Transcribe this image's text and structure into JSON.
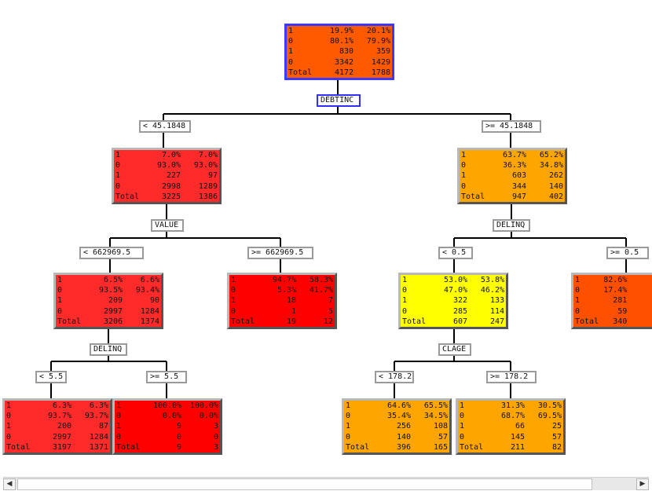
{
  "colors": {
    "dark_orange": "#ff5a00",
    "red_light": "#ff2a2a",
    "red": "#ff0000",
    "orange": "#ffa500",
    "yellow": "#ffff00",
    "orange_red": "#ff5000"
  },
  "nodes": [
    {
      "id": "n0",
      "color": "dark_orange",
      "root": true,
      "rows": [
        [
          "1",
          "19.9%",
          "20.1%"
        ],
        [
          "0",
          "80.1%",
          "79.9%"
        ],
        [
          "1",
          "830",
          "359"
        ],
        [
          "0",
          "3342",
          "1429"
        ],
        [
          "Total",
          "4172",
          "1788"
        ]
      ]
    },
    {
      "id": "n1",
      "color": "red_light",
      "rows": [
        [
          "1",
          "7.0%",
          "7.0%"
        ],
        [
          "0",
          "93.0%",
          "93.0%"
        ],
        [
          "1",
          "227",
          "97"
        ],
        [
          "0",
          "2998",
          "1289"
        ],
        [
          "Total",
          "3225",
          "1386"
        ]
      ]
    },
    {
      "id": "n2",
      "color": "orange",
      "rows": [
        [
          "1",
          "63.7%",
          "65.2%"
        ],
        [
          "0",
          "36.3%",
          "34.8%"
        ],
        [
          "1",
          "603",
          "262"
        ],
        [
          "0",
          "344",
          "140"
        ],
        [
          "Total",
          "947",
          "402"
        ]
      ]
    },
    {
      "id": "n3",
      "color": "red_light",
      "rows": [
        [
          "1",
          "6.5%",
          "6.6%"
        ],
        [
          "0",
          "93.5%",
          "93.4%"
        ],
        [
          "1",
          "209",
          "90"
        ],
        [
          "0",
          "2997",
          "1284"
        ],
        [
          "Total",
          "3206",
          "1374"
        ]
      ]
    },
    {
      "id": "n4",
      "color": "red",
      "rows": [
        [
          "1",
          "94.7%",
          "58.3%"
        ],
        [
          "0",
          "5.3%",
          "41.7%"
        ],
        [
          "1",
          "18",
          "7"
        ],
        [
          "0",
          "1",
          "5"
        ],
        [
          "Total",
          "19",
          "12"
        ]
      ]
    },
    {
      "id": "n5",
      "color": "yellow",
      "rows": [
        [
          "1",
          "53.0%",
          "53.8%"
        ],
        [
          "0",
          "47.0%",
          "46.2%"
        ],
        [
          "1",
          "322",
          "133"
        ],
        [
          "0",
          "285",
          "114"
        ],
        [
          "Total",
          "607",
          "247"
        ]
      ]
    },
    {
      "id": "n6",
      "color": "orange_red",
      "rows": [
        [
          "1",
          "82.6%",
          ""
        ],
        [
          "0",
          "17.4%",
          ""
        ],
        [
          "1",
          "281",
          ""
        ],
        [
          "0",
          "59",
          ""
        ],
        [
          "Total",
          "340",
          ""
        ]
      ]
    },
    {
      "id": "n7",
      "color": "red_light",
      "rows": [
        [
          "1",
          "6.3%",
          "6.3%"
        ],
        [
          "0",
          "93.7%",
          "93.7%"
        ],
        [
          "1",
          "200",
          "87"
        ],
        [
          "0",
          "2997",
          "1284"
        ],
        [
          "Total",
          "3197",
          "1371"
        ]
      ]
    },
    {
      "id": "n8",
      "color": "red",
      "rows": [
        [
          "1",
          "100.0%",
          "100.0%"
        ],
        [
          "0",
          "0.0%",
          "0.0%"
        ],
        [
          "1",
          "9",
          "3"
        ],
        [
          "0",
          "0",
          "0"
        ],
        [
          "Total",
          "9",
          "3"
        ]
      ]
    },
    {
      "id": "n9",
      "color": "orange",
      "rows": [
        [
          "1",
          "64.6%",
          "65.5%"
        ],
        [
          "0",
          "35.4%",
          "34.5%"
        ],
        [
          "1",
          "256",
          "108"
        ],
        [
          "0",
          "140",
          "57"
        ],
        [
          "Total",
          "396",
          "165"
        ]
      ]
    },
    {
      "id": "n10",
      "color": "orange",
      "rows": [
        [
          "1",
          "31.3%",
          "30.5%"
        ],
        [
          "0",
          "68.7%",
          "69.5%"
        ],
        [
          "1",
          "66",
          "25"
        ],
        [
          "0",
          "145",
          "57"
        ],
        [
          "Total",
          "211",
          "82"
        ]
      ]
    }
  ],
  "variables": [
    {
      "id": "v0",
      "label": "DEBTINC",
      "highlight": true
    },
    {
      "id": "v1",
      "label": "VALUE"
    },
    {
      "id": "v2",
      "label": "DELINQ"
    },
    {
      "id": "v3",
      "label": "DELINQ"
    },
    {
      "id": "v4",
      "label": "CLAGE"
    }
  ],
  "splits": [
    {
      "id": "s1",
      "label": "< 45.1848"
    },
    {
      "id": "s2",
      "label": ">= 45.1848"
    },
    {
      "id": "s3",
      "label": "< 662969.5"
    },
    {
      "id": "s4",
      "label": ">= 662969.5"
    },
    {
      "id": "s5",
      "label": "< 0.5"
    },
    {
      "id": "s6",
      "label": ">= 0.5"
    },
    {
      "id": "s7",
      "label": "< 5.5"
    },
    {
      "id": "s8",
      "label": ">= 5.5"
    },
    {
      "id": "s9",
      "label": "< 178.2"
    },
    {
      "id": "s10",
      "label": ">= 178.2"
    }
  ],
  "scrollbar": {
    "left_arrow": "◀",
    "right_arrow": "▶"
  }
}
